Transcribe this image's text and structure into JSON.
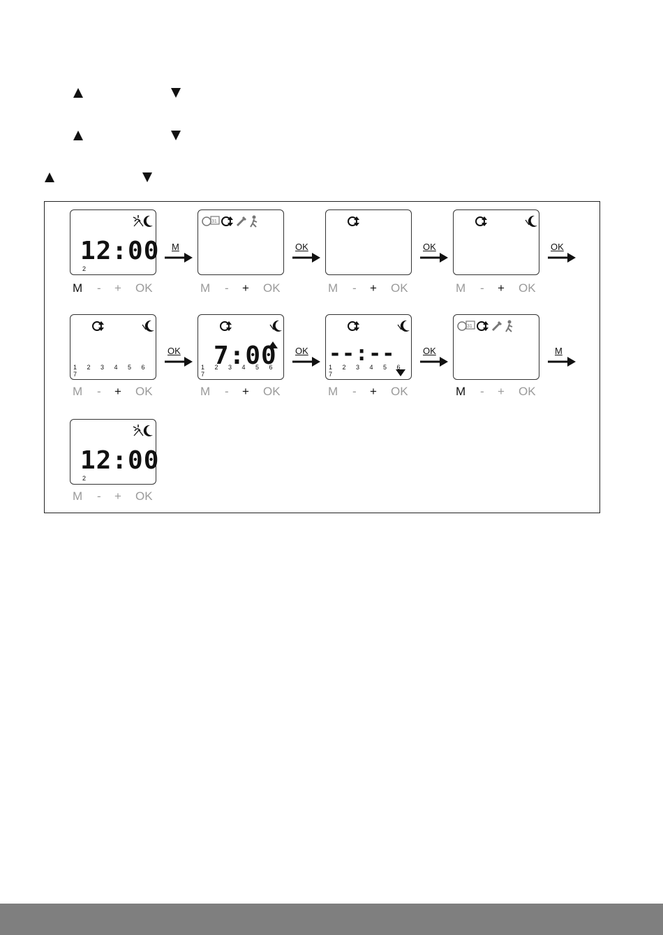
{
  "buttons": {
    "m": "M",
    "minus": "-",
    "plus": "+",
    "ok": "OK"
  },
  "arrows": [
    "M",
    "OK",
    "OK",
    "OK",
    "OK",
    "OK",
    "OK",
    "M"
  ],
  "screens": [
    {
      "time": "12:00",
      "sub": "2",
      "active": [
        "m"
      ]
    },
    {
      "active": [
        "m",
        "minus",
        "plus",
        "ok"
      ]
    },
    {
      "active": [
        "m",
        "minus",
        "plus",
        "ok"
      ]
    },
    {
      "active": [
        "m",
        "minus",
        "plus",
        "ok"
      ]
    },
    {
      "days": "1 2 3 4 5 6 7",
      "active": [
        "m",
        "minus",
        "plus",
        "ok"
      ]
    },
    {
      "time": "7:00",
      "days": "1 2 3 4 5 6 7",
      "active": [
        "m",
        "minus",
        "plus",
        "ok"
      ]
    },
    {
      "time": "--:--",
      "days": "1 2 3 4 5 6 7",
      "active": [
        "m",
        "minus",
        "plus",
        "ok"
      ]
    },
    {
      "active": [
        "m"
      ]
    },
    {
      "time": "12:00",
      "sub": "2",
      "active": [
        "m"
      ]
    }
  ],
  "colors": {
    "active": "#111111",
    "inactive": "#9a9a9a",
    "footer": "#7f7f7f"
  },
  "icons": [
    "up-triangle",
    "down-triangle",
    "sun-moon-icon",
    "clock-calendar-icon",
    "clock-arrows-icon",
    "wrench-icon",
    "person-icon",
    "moon-icon"
  ]
}
